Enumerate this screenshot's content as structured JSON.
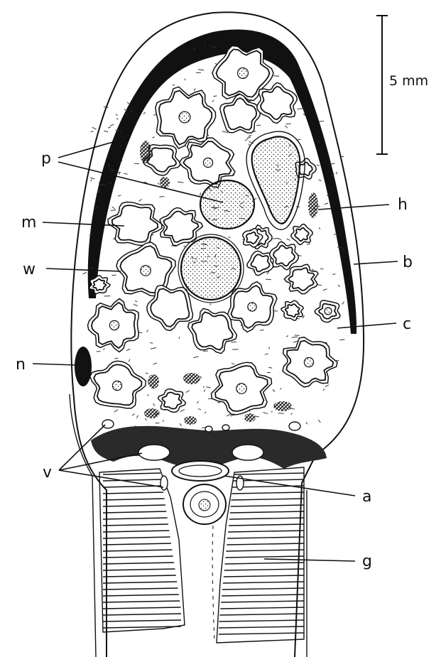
{
  "figure": {
    "scale_bar_label": "5 mm",
    "labels": {
      "p": "p",
      "m": "m",
      "w": "w",
      "n": "n",
      "v": "v",
      "h": "h",
      "b": "b",
      "c": "c",
      "a": "a",
      "g": "g"
    }
  }
}
